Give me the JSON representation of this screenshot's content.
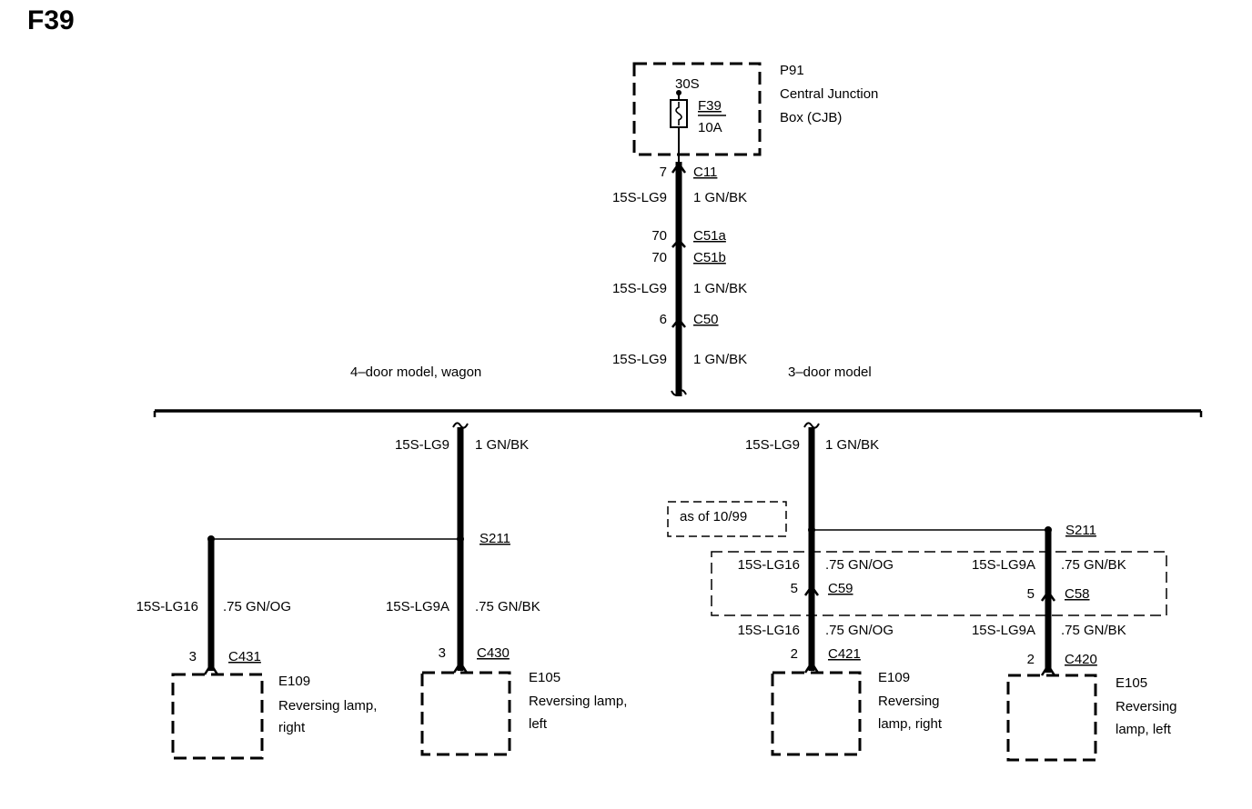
{
  "page": {
    "title": "F39"
  },
  "cjb": {
    "id": "P91",
    "name_line1": "Central Junction",
    "name_line2": "Box (CJB)",
    "terminal": "30S",
    "fuse_id": "F39",
    "fuse_rating": "10A"
  },
  "trunk": {
    "c11_pin": "7",
    "c11": "C11",
    "wire1_circuit": "15S-LG9",
    "wire1_spec": "1 GN/BK",
    "c51a_pin": "70",
    "c51a": "C51a",
    "c51b_pin": "70",
    "c51b": "C51b",
    "wire2_circuit": "15S-LG9",
    "wire2_spec": "1 GN/BK",
    "c50_pin": "6",
    "c50": "C50",
    "wire3_circuit": "15S-LG9",
    "wire3_spec": "1 GN/BK"
  },
  "branch_labels": {
    "left": "4–door model, wagon",
    "right": "3–door model"
  },
  "left_branch": {
    "wire_circuit": "15S-LG9",
    "wire_spec": "1 GN/BK",
    "splice": "S211",
    "lamp_right": {
      "circuit": "15S-LG16",
      "spec": ".75 GN/OG",
      "pin": "3",
      "connector": "C431",
      "id": "E109",
      "name1": "Reversing lamp,",
      "name2": "right"
    },
    "lamp_left": {
      "circuit": "15S-LG9A",
      "spec": ".75 GN/BK",
      "pin": "3",
      "connector": "C430",
      "id": "E105",
      "name1": "Reversing lamp,",
      "name2": "left"
    }
  },
  "right_branch": {
    "wire_circuit": "15S-LG9",
    "wire_spec": "1 GN/BK",
    "note": "as of 10/99",
    "splice": "S211",
    "lamp_right": {
      "circuit_a": "15S-LG16",
      "spec_a": ".75 GN/OG",
      "pin_a": "5",
      "connector_a": "C59",
      "circuit_b": "15S-LG16",
      "spec_b": ".75 GN/OG",
      "pin_b": "2",
      "connector_b": "C421",
      "id": "E109",
      "name1": "Reversing",
      "name2": "lamp, right"
    },
    "lamp_left": {
      "circuit_a": "15S-LG9A",
      "spec_a": ".75 GN/BK",
      "pin_a": "5",
      "connector_a": "C58",
      "circuit_b": "15S-LG9A",
      "spec_b": ".75 GN/BK",
      "pin_b": "2",
      "connector_b": "C420",
      "id": "E105",
      "name1": "Reversing",
      "name2": "lamp, left"
    }
  },
  "colors": {
    "ink": "#000000",
    "background": "#ffffff"
  }
}
